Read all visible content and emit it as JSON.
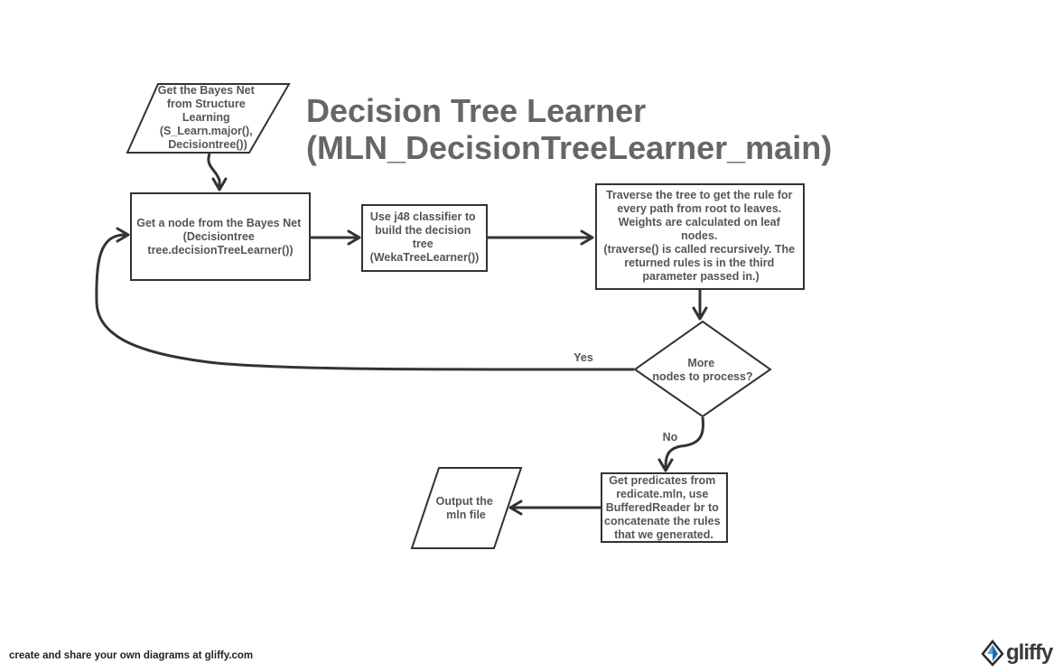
{
  "diagram": {
    "title": [
      "Decision Tree Learner",
      "(MLN_DecisionTreeLearner_main)"
    ],
    "nodes": {
      "start": [
        "Get the Bayes Net",
        "from Structure",
        "Learning",
        "(S_Learn.major(),",
        "Decisiontree())"
      ],
      "get_node": [
        "Get a node from the Bayes Net",
        "(Decisiontree",
        "tree.decisionTreeLearner())"
      ],
      "j48": [
        "Use j48 classifier to",
        "build the decision",
        "tree",
        "(WekaTreeLearner())"
      ],
      "traverse": [
        "Traverse the tree to get the rule for",
        "every path from root to leaves.",
        "Weights are calculated on leaf",
        "nodes.",
        "(traverse() is called recursively. The",
        "returned rules is in the third",
        "parameter passed in.)"
      ],
      "decision": [
        "More",
        "nodes to process?"
      ],
      "predicates": [
        "Get predicates from",
        "redicate.mln, use",
        "BufferedReader br to",
        "concatenate the rules",
        "that we generated."
      ],
      "output": [
        "Output the",
        "mln file"
      ]
    },
    "edge_labels": {
      "yes": "Yes",
      "no": "No"
    }
  },
  "footer": {
    "text": "create and share your own diagrams at gliffy.com",
    "brand": "gliffy",
    "brand_icon": "gliffy-logo-icon"
  },
  "colors": {
    "title": "#666666",
    "node_text": "#555555",
    "stroke": "#333333",
    "brand_blue": "#1a6fb5"
  }
}
